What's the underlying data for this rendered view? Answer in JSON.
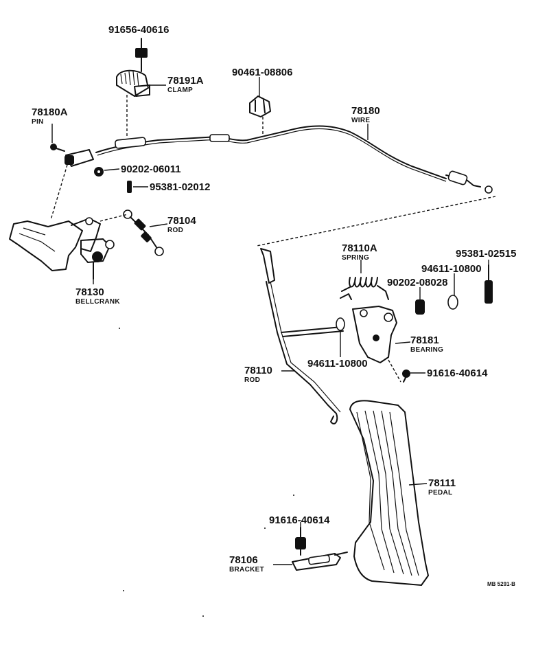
{
  "labels": [
    {
      "id": "p91656-40616",
      "number": "91656-40616",
      "name": ""
    },
    {
      "id": "p78191A",
      "number": "78191A",
      "name": "CLAMP"
    },
    {
      "id": "p90461-08806",
      "number": "90461-08806",
      "name": ""
    },
    {
      "id": "p78180A",
      "number": "78180A",
      "name": "PIN"
    },
    {
      "id": "p78180",
      "number": "78180",
      "name": "WIRE"
    },
    {
      "id": "p90202-06011",
      "number": "90202-06011",
      "name": ""
    },
    {
      "id": "p95381-02012",
      "number": "95381-02012",
      "name": ""
    },
    {
      "id": "p78104",
      "number": "78104",
      "name": "ROD"
    },
    {
      "id": "p78130",
      "number": "78130",
      "name": "BELLCRANK"
    },
    {
      "id": "p78110A",
      "number": "78110A",
      "name": "SPRING"
    },
    {
      "id": "p95381-02515",
      "number": "95381-02515",
      "name": ""
    },
    {
      "id": "p94611-10800a",
      "number": "94611-10800",
      "name": ""
    },
    {
      "id": "p90202-08028",
      "number": "90202-08028",
      "name": ""
    },
    {
      "id": "p78181",
      "number": "78181",
      "name": "BEARING"
    },
    {
      "id": "p94611-10800b",
      "number": "94611-10800",
      "name": ""
    },
    {
      "id": "p78110",
      "number": "78110",
      "name": "ROD"
    },
    {
      "id": "p91616-40614a",
      "number": "91616-40614",
      "name": ""
    },
    {
      "id": "p78111",
      "number": "78111",
      "name": "PEDAL"
    },
    {
      "id": "p91616-40614b",
      "number": "91616-40614",
      "name": ""
    },
    {
      "id": "p78106",
      "number": "78106",
      "name": "BRACKET"
    }
  ],
  "figure_ref": "MB 5291-B"
}
